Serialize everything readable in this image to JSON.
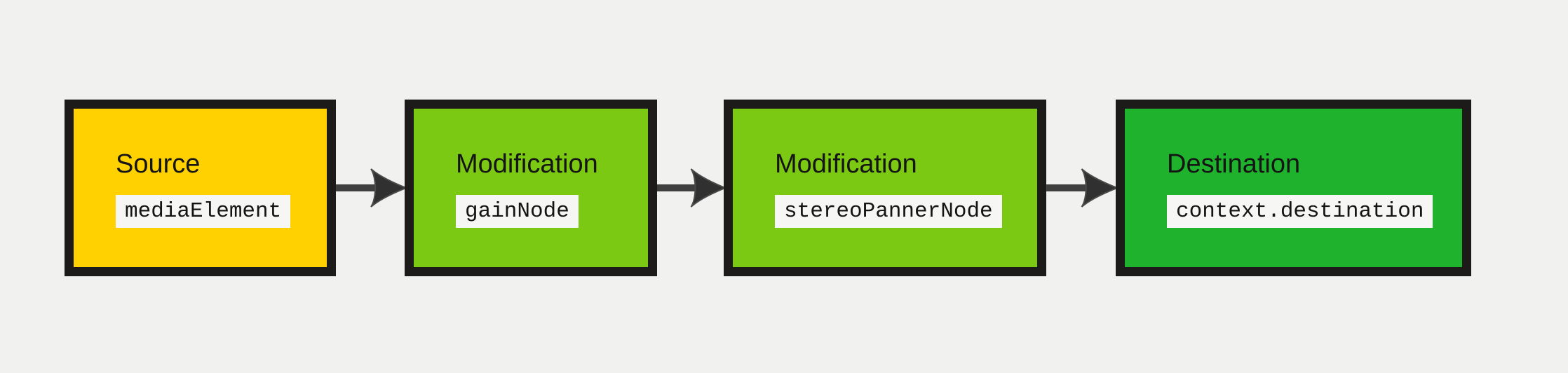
{
  "diagram": {
    "background": "#f1f1ef",
    "node_border_color": "#1d1a1a",
    "arrow_color": "#3f3f3f",
    "code_chip_background": "#f6f6f4",
    "title_color": "#151515",
    "code_color": "#141414",
    "nodes": [
      {
        "id": "source",
        "title": "Source",
        "code": "mediaElement",
        "fill": "#ffd100"
      },
      {
        "id": "modification-1",
        "title": "Modification",
        "code": "gainNode",
        "fill": "#7cc913"
      },
      {
        "id": "modification-2",
        "title": "Modification",
        "code": "stereoPannerNode",
        "fill": "#7cc913"
      },
      {
        "id": "destination",
        "title": "Destination",
        "code": "context.destination",
        "fill": "#1fb32d"
      }
    ],
    "connectors": [
      {
        "from": "source",
        "to": "modification-1"
      },
      {
        "from": "modification-1",
        "to": "modification-2"
      },
      {
        "from": "modification-2",
        "to": "destination"
      }
    ]
  }
}
